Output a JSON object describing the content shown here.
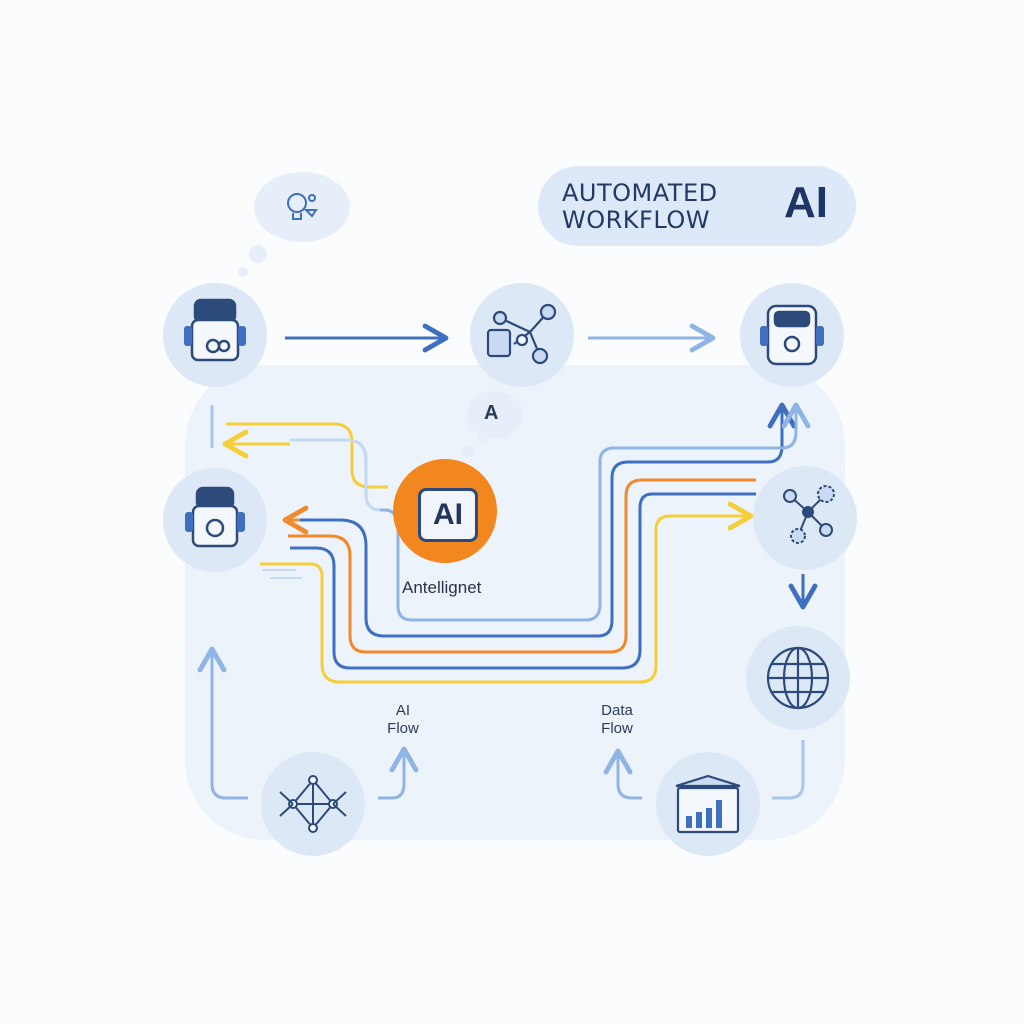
{
  "header": {
    "title_line1": "AUTOMATED",
    "title_line2": "WORKFLOW",
    "title_badge": "AI"
  },
  "center_node": {
    "chip_text": "AI",
    "label": "Antellignet"
  },
  "thought_bubble_label": "A",
  "flow_labels": {
    "left_line1": "AI",
    "left_line2": "Flow",
    "right_line1": "Data",
    "right_line2": "Flow"
  },
  "nodes": [
    {
      "name": "robot-top-left",
      "icon": "robot-icon"
    },
    {
      "name": "network-top-middle",
      "icon": "network-nodes-icon"
    },
    {
      "name": "robot-top-right",
      "icon": "robot-icon"
    },
    {
      "name": "robot-middle-left",
      "icon": "robot-icon"
    },
    {
      "name": "gears-network-right",
      "icon": "gears-icon"
    },
    {
      "name": "globe-right",
      "icon": "globe-icon"
    },
    {
      "name": "data-warehouse-bottom-right",
      "icon": "bar-chart-icon"
    },
    {
      "name": "neural-network-bottom-left",
      "icon": "neural-network-icon"
    }
  ],
  "colors": {
    "background": "#fbfcfe",
    "panel": "#edf3fb",
    "node_fill": "#dde8f7",
    "blue_line": "#3f6fbf",
    "light_blue_line": "#a9c6ec",
    "orange_line": "#f08a2c",
    "yellow_line": "#f5cf3a",
    "center_orange": "#f2861f",
    "title_pill": "#dde9f8"
  }
}
